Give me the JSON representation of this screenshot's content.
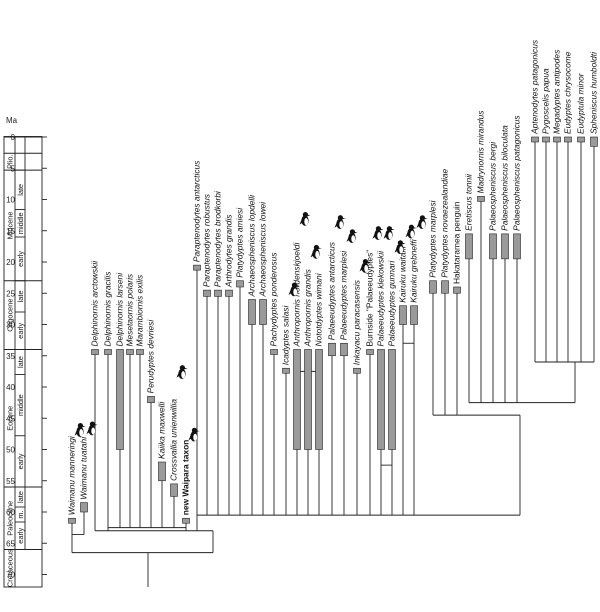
{
  "axis": {
    "unit": "Ma",
    "ticks": [
      "0",
      "5",
      "10",
      "15",
      "20",
      "25",
      "30",
      "35",
      "40",
      "45",
      "50",
      "55",
      "60",
      "65",
      "70"
    ]
  },
  "timescale": {
    "periods": [
      "Cretaceous",
      "Paleocene",
      "Eocene",
      "Oligocene",
      "Miocene",
      "Plio."
    ],
    "subdivisions": [
      "early",
      "m.",
      "late",
      "early",
      "middle",
      "late",
      "early",
      "late",
      "early",
      "middle",
      "late"
    ]
  },
  "taxa": [
    {
      "label": "Waimanu manneringi",
      "bold": false,
      "italic": true,
      "ma_start": 61.5,
      "ma_end": 61.0,
      "penguin": true
    },
    {
      "label": "Waimanu tuatahi",
      "bold": false,
      "italic": true,
      "ma_start": 60.0,
      "ma_end": 58.5,
      "penguin": true
    },
    {
      "label": "Delphinornis arctowskii",
      "bold": false,
      "italic": true,
      "ma_start": 34.5,
      "ma_end": 34.0,
      "penguin": false
    },
    {
      "label": "Delphinornis gracilis",
      "bold": false,
      "italic": true,
      "ma_start": 34.5,
      "ma_end": 34.0,
      "penguin": false
    },
    {
      "label": "Delphinornis larseni",
      "bold": false,
      "italic": true,
      "ma_start": 50.0,
      "ma_end": 34.0,
      "penguin": false
    },
    {
      "label": "Mesetaornis polaris",
      "bold": false,
      "italic": true,
      "ma_start": 34.5,
      "ma_end": 34.0,
      "penguin": false
    },
    {
      "label": "Marambiornis exilis",
      "bold": false,
      "italic": true,
      "ma_start": 34.5,
      "ma_end": 34.0,
      "penguin": false
    },
    {
      "label": "Perudyptes devriesi",
      "bold": false,
      "italic": true,
      "ma_start": 42.5,
      "ma_end": 41.5,
      "penguin": false
    },
    {
      "label": "Kaiika maxwelli",
      "bold": false,
      "italic": true,
      "ma_start": 55.0,
      "ma_end": 52.0,
      "penguin": false
    },
    {
      "label": "Crossvallia unienwillia",
      "bold": false,
      "italic": true,
      "ma_start": 57.5,
      "ma_end": 55.5,
      "penguin": true
    },
    {
      "label": "new Waipara taxon",
      "bold": true,
      "italic": false,
      "ma_start": 61.5,
      "ma_end": 61.0,
      "penguin": true
    },
    {
      "label": "Paraptenodytes antarcticus",
      "bold": false,
      "italic": true,
      "ma_start": 21.0,
      "ma_end": 20.5,
      "penguin": false
    },
    {
      "label": "Paraptenodytes robustus",
      "bold": false,
      "italic": true,
      "ma_start": 25.5,
      "ma_end": 24.5,
      "penguin": false
    },
    {
      "label": "Paraptenodytes brodkorbi",
      "bold": false,
      "italic": true,
      "ma_start": 25.5,
      "ma_end": 24.5,
      "penguin": false
    },
    {
      "label": "Arthrodytes grandis",
      "bold": false,
      "italic": true,
      "ma_start": 25.5,
      "ma_end": 24.5,
      "penguin": false
    },
    {
      "label": "Platydyptes amiesi",
      "bold": false,
      "italic": true,
      "ma_start": 24.0,
      "ma_end": 23.0,
      "penguin": false
    },
    {
      "label": "Archaeospheniscus lopdelli",
      "bold": false,
      "italic": true,
      "ma_start": 30.0,
      "ma_end": 26.0,
      "penguin": false
    },
    {
      "label": "Archaeospheniscus lowei",
      "bold": false,
      "italic": true,
      "ma_start": 30.0,
      "ma_end": 26.0,
      "penguin": false
    },
    {
      "label": "Pachydyptes ponderosus",
      "bold": false,
      "italic": true,
      "ma_start": 34.5,
      "ma_end": 34.0,
      "penguin": false
    },
    {
      "label": "Icadyptes salasi",
      "bold": false,
      "italic": true,
      "ma_start": 37.5,
      "ma_end": 37.0,
      "penguin": true
    },
    {
      "label": "Anthropornis nordenskjoeldi",
      "bold": false,
      "italic": true,
      "ma_start": 50.0,
      "ma_end": 34.0,
      "penguin": true
    },
    {
      "label": "Anthropornis grandis",
      "bold": false,
      "italic": true,
      "ma_start": 50.0,
      "ma_end": 34.0,
      "penguin": true
    },
    {
      "label": "Nototdyptes wimani",
      "bold": false,
      "italic": true,
      "ma_start": 50.0,
      "ma_end": 34.0,
      "penguin": false
    },
    {
      "label": "Palaeeudyptes antarcticus",
      "bold": false,
      "italic": true,
      "ma_start": 35.0,
      "ma_end": 33.0,
      "penguin": true
    },
    {
      "label": "Palaeeudyptes marplesi",
      "bold": false,
      "italic": true,
      "ma_start": 35.0,
      "ma_end": 33.0,
      "penguin": true
    },
    {
      "label": "Inkayacu paracasensis",
      "bold": false,
      "italic": true,
      "ma_start": 37.5,
      "ma_end": 37.0,
      "penguin": true
    },
    {
      "label": "Burnside \"Palaeeudyptes\"",
      "bold": false,
      "italic": false,
      "ma_start": 34.5,
      "ma_end": 34.0,
      "penguin": true
    },
    {
      "label": "Palaeeudyptes klekowskii",
      "bold": false,
      "italic": true,
      "ma_start": 50.0,
      "ma_end": 34.0,
      "penguin": true
    },
    {
      "label": "Palaeeudyptes gunnari",
      "bold": false,
      "italic": true,
      "ma_start": 50.0,
      "ma_end": 34.0,
      "penguin": true
    },
    {
      "label": "Kairuku waitaki",
      "bold": false,
      "italic": true,
      "ma_start": 30.0,
      "ma_end": 27.0,
      "penguin": true
    },
    {
      "label": "Kairuku grebneffi",
      "bold": false,
      "italic": true,
      "ma_start": 30.0,
      "ma_end": 27.0,
      "penguin": true
    },
    {
      "label": "Platydyptes marplesi",
      "bold": false,
      "italic": true,
      "ma_start": 25.0,
      "ma_end": 23.0,
      "penguin": false
    },
    {
      "label": "Platydyptes novaezealandiae",
      "bold": false,
      "italic": true,
      "ma_start": 25.0,
      "ma_end": 23.0,
      "penguin": false
    },
    {
      "label": "Hakataramea penguin",
      "bold": false,
      "italic": false,
      "ma_start": 25.0,
      "ma_end": 24.0,
      "penguin": false
    },
    {
      "label": "Eretiscus tonnii",
      "bold": false,
      "italic": true,
      "ma_start": 19.5,
      "ma_end": 15.5,
      "penguin": false
    },
    {
      "label": "Madrynornis mirandus",
      "bold": false,
      "italic": true,
      "ma_start": 10.0,
      "ma_end": 9.5,
      "penguin": false
    },
    {
      "label": "Palaeospheniscus bergi",
      "bold": false,
      "italic": true,
      "ma_start": 19.5,
      "ma_end": 15.5,
      "penguin": false
    },
    {
      "label": "Palaeospheniscus biloculata",
      "bold": false,
      "italic": true,
      "ma_start": 19.5,
      "ma_end": 15.5,
      "penguin": false
    },
    {
      "label": "Palaeospheniscus patagonicus",
      "bold": false,
      "italic": true,
      "ma_start": 19.5,
      "ma_end": 15.5,
      "penguin": false
    },
    {
      "label": "Aptenodytes patagonicus",
      "bold": false,
      "italic": true,
      "ma_start": 0.5,
      "ma_end": 0.0,
      "penguin": false
    },
    {
      "label": "Pygoscelis papua",
      "bold": false,
      "italic": true,
      "ma_start": 0.5,
      "ma_end": 0.0,
      "penguin": false
    },
    {
      "label": "Megadyptes antipodes",
      "bold": false,
      "italic": true,
      "ma_start": 0.5,
      "ma_end": 0.0,
      "penguin": false
    },
    {
      "label": "Eudyptes chrysocome",
      "bold": false,
      "italic": true,
      "ma_start": 0.5,
      "ma_end": 0.0,
      "penguin": false
    },
    {
      "label": "Eudyptula minor",
      "bold": false,
      "italic": true,
      "ma_start": 0.5,
      "ma_end": 0.0,
      "penguin": false
    },
    {
      "label": "Spheniscus humboldti",
      "bold": false,
      "italic": true,
      "ma_start": 1.5,
      "ma_end": 0.0,
      "penguin": false
    }
  ],
  "colors": {
    "bar_fill": "#9a9a9a",
    "line": "#222222"
  }
}
